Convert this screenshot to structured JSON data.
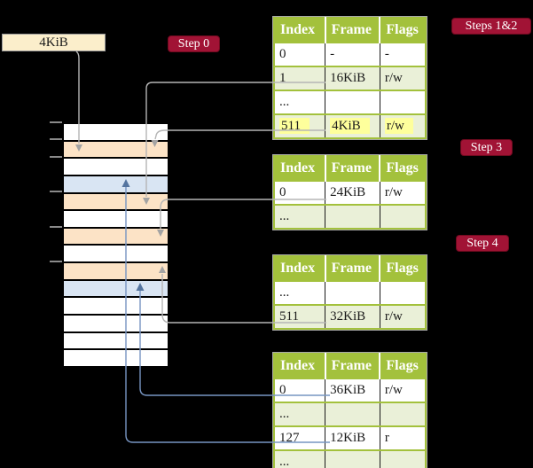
{
  "root_box": {
    "label": "4KiB"
  },
  "badges": {
    "step0": "Step 0",
    "steps12": "Steps 1&2",
    "step3": "Step 3",
    "step4": "Step 4"
  },
  "page_tables": [
    {
      "id": "pt-steps12",
      "headers": [
        "Index",
        "Frame",
        "Flags"
      ],
      "rows": [
        {
          "index": "0",
          "frame": "-",
          "flags": "-",
          "shaded": false,
          "highlighted": false
        },
        {
          "index": "1",
          "frame": "16KiB",
          "flags": "r/w",
          "shaded": true,
          "highlighted": false
        },
        {
          "index": "...",
          "frame": "",
          "flags": "",
          "shaded": false,
          "highlighted": false
        },
        {
          "index": "511",
          "frame": "4KiB",
          "flags": "r/w",
          "shaded": true,
          "highlighted": true
        }
      ]
    },
    {
      "id": "pt-step3",
      "headers": [
        "Index",
        "Frame",
        "Flags"
      ],
      "rows": [
        {
          "index": "0",
          "frame": "24KiB",
          "flags": "r/w",
          "shaded": false,
          "highlighted": false
        },
        {
          "index": "...",
          "frame": "",
          "flags": "",
          "shaded": true,
          "highlighted": false
        }
      ]
    },
    {
      "id": "pt-step4a",
      "headers": [
        "Index",
        "Frame",
        "Flags"
      ],
      "rows": [
        {
          "index": "...",
          "frame": "",
          "flags": "",
          "shaded": false,
          "highlighted": false
        },
        {
          "index": "511",
          "frame": "32KiB",
          "flags": "r/w",
          "shaded": true,
          "highlighted": false
        }
      ]
    },
    {
      "id": "pt-step4b",
      "headers": [
        "Index",
        "Frame",
        "Flags"
      ],
      "rows": [
        {
          "index": "0",
          "frame": "36KiB",
          "flags": "r/w",
          "shaded": false,
          "highlighted": false
        },
        {
          "index": "...",
          "frame": "",
          "flags": "",
          "shaded": true,
          "highlighted": false
        },
        {
          "index": "127",
          "frame": "12KiB",
          "flags": "r",
          "shaded": false,
          "highlighted": false
        },
        {
          "index": "...",
          "frame": "",
          "flags": "",
          "shaded": true,
          "highlighted": false
        }
      ]
    }
  ],
  "memory_rows": [
    {
      "kib": "0",
      "type": "free"
    },
    {
      "kib": "4",
      "type": "page-table"
    },
    {
      "kib": "8",
      "type": "free"
    },
    {
      "kib": "12",
      "type": "mapped-page"
    },
    {
      "kib": "16",
      "type": "page-table"
    },
    {
      "kib": "20",
      "type": "free"
    },
    {
      "kib": "24",
      "type": "page-table"
    },
    {
      "kib": "28",
      "type": "free"
    },
    {
      "kib": "32",
      "type": "page-table"
    },
    {
      "kib": "36",
      "type": "mapped-page"
    },
    {
      "kib": "40",
      "type": "free"
    },
    {
      "kib": "44",
      "type": "free"
    },
    {
      "kib": "48",
      "type": "free"
    },
    {
      "kib": "52",
      "type": "free"
    }
  ],
  "colors": {
    "background": "#000000",
    "table_header_green": "#a3c13c",
    "table_row_green": "#eaf0d8",
    "frame_page_table_peach": "#fce3c6",
    "frame_mapped_blue": "#d9e5f3",
    "badge_red": "#a11335",
    "highlight_yellow": "#feff9c",
    "root_box_cream": "#fbeecb",
    "connector_gray": "#b5b5b5",
    "connector_blue": "#7795c2"
  }
}
